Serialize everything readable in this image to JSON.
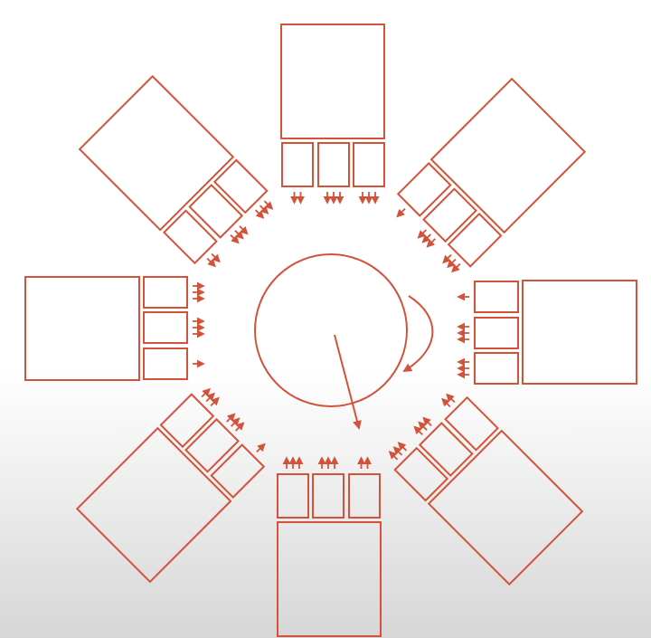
{
  "colors": {
    "stroke": "#d2533a",
    "arrow": "#d2533a",
    "background_top": "#ffffff",
    "background_bottom": "#d6d6d6"
  },
  "layout_description": "eight-station-ring",
  "stations": [
    {
      "direction": "north",
      "slots": [
        2,
        3,
        3
      ]
    },
    {
      "direction": "north-east",
      "slots": [
        1,
        3,
        3
      ]
    },
    {
      "direction": "east",
      "slots": [
        1,
        3,
        3
      ]
    },
    {
      "direction": "south-east",
      "slots": [
        2,
        3,
        3
      ]
    },
    {
      "direction": "south",
      "slots": [
        2,
        3,
        3
      ]
    },
    {
      "direction": "south-west",
      "slots": [
        1,
        3,
        3
      ]
    },
    {
      "direction": "west",
      "slots": [
        1,
        3,
        3
      ]
    },
    {
      "direction": "north-west",
      "slots": [
        2,
        3,
        3
      ]
    }
  ],
  "center": {
    "rotation": "clockwise",
    "has_pointer_arrow": true
  }
}
